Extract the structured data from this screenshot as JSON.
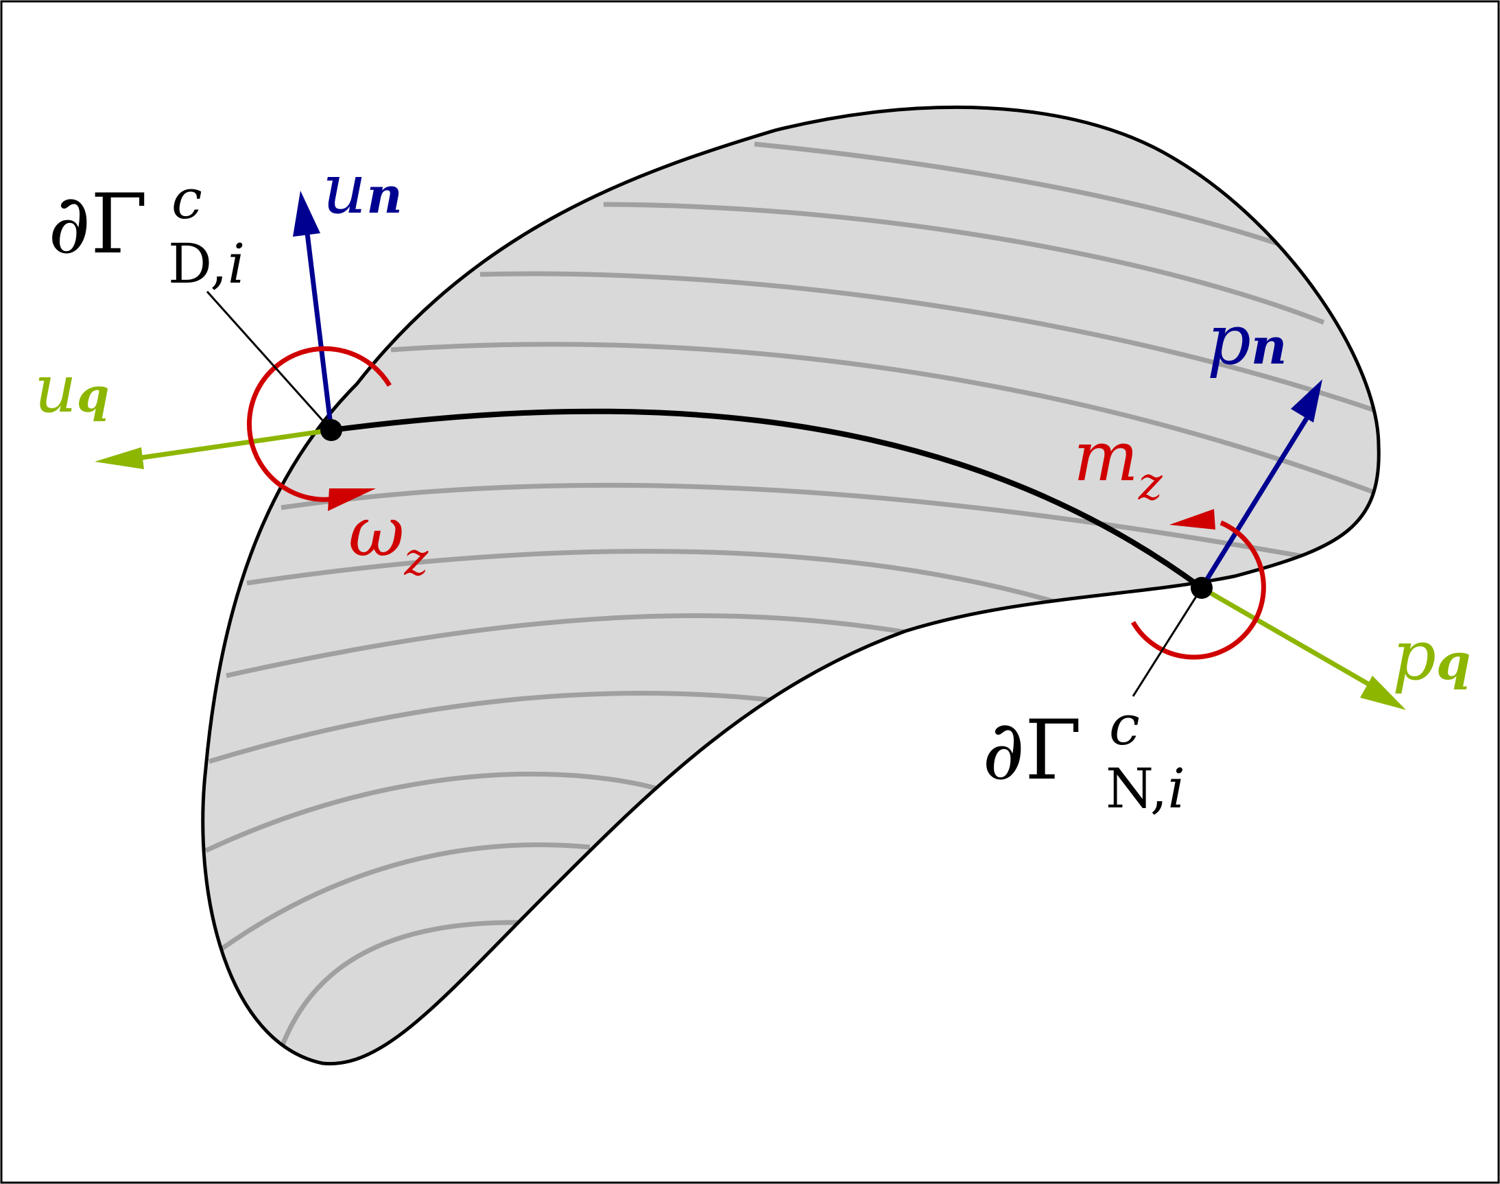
{
  "colors": {
    "outline": "#000000",
    "fill": "#d9d9d9",
    "fiber": "#a0a0a0",
    "normal": "#000090",
    "tangent": "#8db600",
    "rotation": "#d00000"
  },
  "labels": {
    "dirichlet": {
      "symbol": "∂Γ",
      "sup": "c",
      "sub_upright": "D,",
      "sub_italic": "i"
    },
    "neumann": {
      "symbol": "∂Γ",
      "sup": "c",
      "sub_upright": "N,",
      "sub_italic": "i"
    },
    "u_n": {
      "base": "u",
      "sub": "n"
    },
    "u_q": {
      "base": "u",
      "sub": "q"
    },
    "omega": {
      "base": "ω",
      "sub": "z"
    },
    "p_n": {
      "base": "p",
      "sub": "n"
    },
    "p_q": {
      "base": "p",
      "sub": "q"
    },
    "m_z": {
      "base": "m",
      "sub": "z"
    }
  }
}
